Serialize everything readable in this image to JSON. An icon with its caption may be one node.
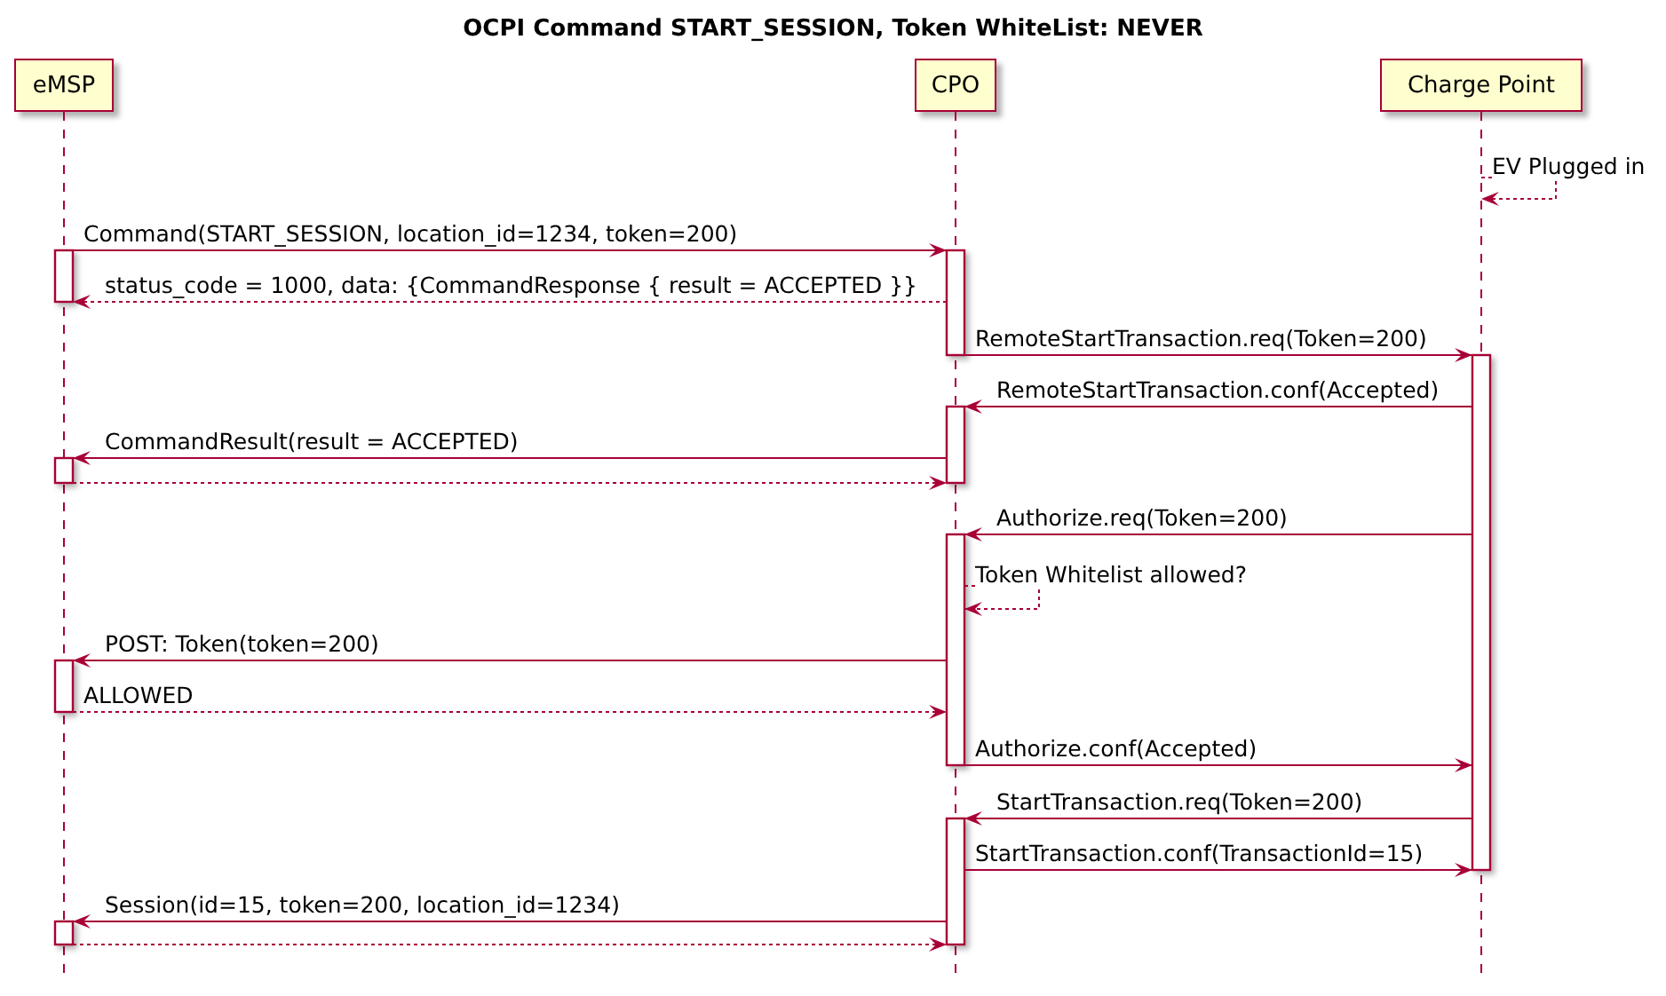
{
  "diagram": {
    "title": "OCPI Command START_SESSION, Token WhiteList: NEVER",
    "nodes": [
      {
        "text": [
          "eMSP"
        ]
      },
      {
        "text": [
          "CPO"
        ]
      },
      {
        "text": [
          "Charge Point"
        ]
      }
    ],
    "edges": [
      {
        "from": 2,
        "to": 2,
        "arrow": "to",
        "label": "EV Plugged in",
        "style": "dashed"
      },
      {
        "from": 0,
        "to": 1,
        "arrow": "to",
        "label": "Command(START_SESSION, location_id=1234, token=200)"
      },
      {
        "from": 1,
        "to": 0,
        "arrow": "to",
        "label": "status_code = 1000, data: {CommandResponse { result = ACCEPTED }}",
        "style": "dashed"
      },
      {
        "from": 1,
        "to": 2,
        "arrow": "to",
        "label": "RemoteStartTransaction.req(Token=200)"
      },
      {
        "from": 2,
        "to": 1,
        "arrow": "to",
        "label": "RemoteStartTransaction.conf(Accepted)"
      },
      {
        "from": 1,
        "to": 0,
        "arrow": "to",
        "label": "CommandResult(result = ACCEPTED)"
      },
      {
        "from": 0,
        "to": 1,
        "arrow": "to",
        "style": "dashed"
      },
      {
        "from": 2,
        "to": 1,
        "arrow": "to",
        "label": "Authorize.req(Token=200)"
      },
      {
        "from": 1,
        "to": 1,
        "arrow": "to",
        "label": "Token Whitelist allowed?",
        "style": "dashed"
      },
      {
        "from": 1,
        "to": 0,
        "arrow": "to",
        "label": "POST: Token(token=200)"
      },
      {
        "from": 0,
        "to": 1,
        "arrow": "to",
        "label": "ALLOWED",
        "style": "dashed"
      },
      {
        "from": 1,
        "to": 2,
        "arrow": "to",
        "label": "Authorize.conf(Accepted)"
      },
      {
        "from": 2,
        "to": 1,
        "arrow": "to",
        "label": "StartTransaction.req(Token=200)"
      },
      {
        "from": 1,
        "to": 2,
        "arrow": "to",
        "label": "StartTransaction.conf(TransactionId=15)"
      },
      {
        "from": 1,
        "to": 0,
        "arrow": "to",
        "label": "Session(id=15, token=200, location_id=1234)"
      },
      {
        "from": 0,
        "to": 1,
        "arrow": "to",
        "style": "dashed"
      }
    ]
  }
}
